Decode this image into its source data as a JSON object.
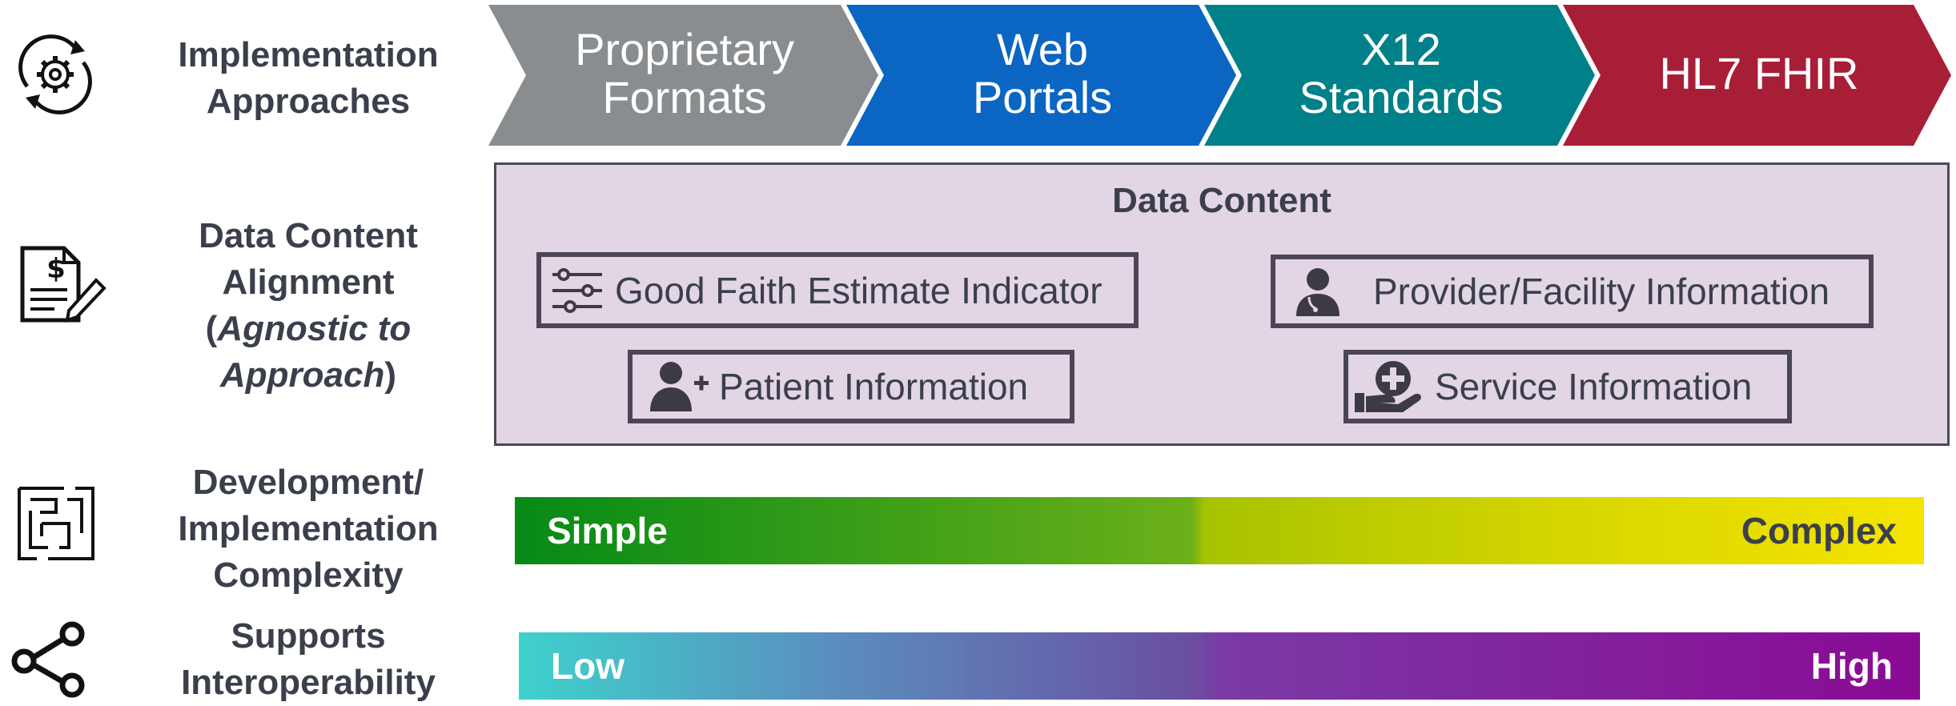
{
  "rows": {
    "implementation": {
      "label_lines": [
        "Implementation",
        "Approaches"
      ],
      "icon": "gear-cycle-icon"
    },
    "data_content": {
      "label_lines": [
        "Data Content",
        "Alignment"
      ],
      "label_paren_open": "(",
      "label_italic_1": "Agnostic to",
      "label_italic_2": "Approach",
      "label_paren_close": ")",
      "icon": "invoice-pen-icon"
    },
    "complexity": {
      "label_lines": [
        "Development/",
        "Implementation",
        "Complexity"
      ],
      "icon": "maze-icon"
    },
    "interoperability": {
      "label_lines": [
        "Supports",
        "Interoperability"
      ],
      "icon": "share-nodes-icon"
    }
  },
  "approaches": [
    {
      "lines": [
        "Proprietary",
        "Formats"
      ],
      "color": "#8a8d8f"
    },
    {
      "lines": [
        "Web",
        "Portals"
      ],
      "color": "#0a66c2"
    },
    {
      "lines": [
        "X12",
        "Standards"
      ],
      "color": "#008089"
    },
    {
      "lines": [
        "HL7 FHIR"
      ],
      "color": "#a81e37"
    }
  ],
  "data_content": {
    "title": "Data Content",
    "items": [
      {
        "label": "Good Faith Estimate Indicator",
        "icon": "sliders-icon"
      },
      {
        "label": "Provider/Facility Information",
        "icon": "doctor-icon"
      },
      {
        "label": "Patient Information",
        "icon": "user-plus-icon"
      },
      {
        "label": "Service Information",
        "icon": "hand-medical-icon"
      }
    ]
  },
  "complexity_bar": {
    "left_label": "Simple",
    "right_label": "Complex",
    "start_color": "#058a16",
    "mid_color": "#a7c300",
    "end_color": "#f5e400"
  },
  "interoperability_bar": {
    "left_label": "Low",
    "right_label": "High",
    "start_color": "#3ed1cc",
    "mid_color": "#6a4fa0",
    "end_color": "#8a0a95"
  }
}
